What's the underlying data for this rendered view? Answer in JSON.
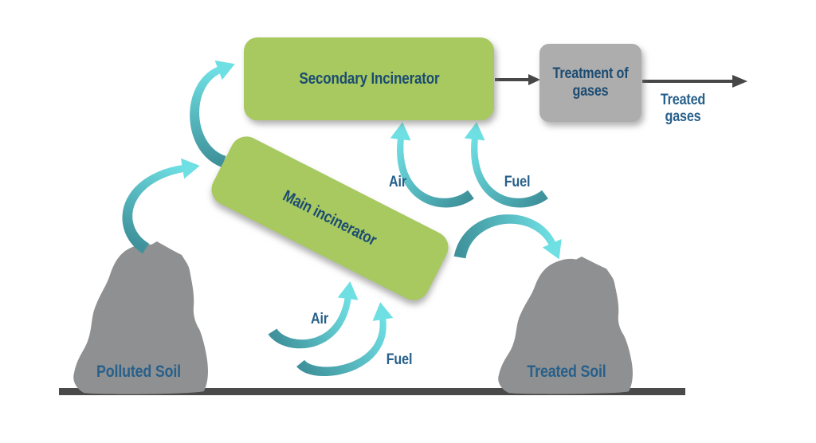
{
  "diagram": {
    "nodes": {
      "secondary_incinerator": {
        "label": "Secondary Incinerator"
      },
      "main_incinerator": {
        "label": "Main incinerator"
      },
      "treatment_of_gases": {
        "label": "Treatment of gases"
      },
      "polluted_soil": {
        "label": "Polluted Soil"
      },
      "treated_soil": {
        "label": "Treated Soil"
      }
    },
    "labels": {
      "treated_gases": "Treated gases",
      "air_main": "Air",
      "fuel_main": "Fuel",
      "air_secondary": "Air",
      "fuel_secondary": "Fuel"
    }
  },
  "colors": {
    "box_green": "#a7c95f",
    "box_gray": "#adadad",
    "text_navy": "#1c4c72",
    "label_blue": "#27608b",
    "arrow_dark": "#474747",
    "teal_dark": "#3f929b",
    "teal_light": "#6edfe3",
    "mound_gray": "#8f9091",
    "mound_green": "#5d7b39",
    "ground": "#4a4a4a"
  }
}
